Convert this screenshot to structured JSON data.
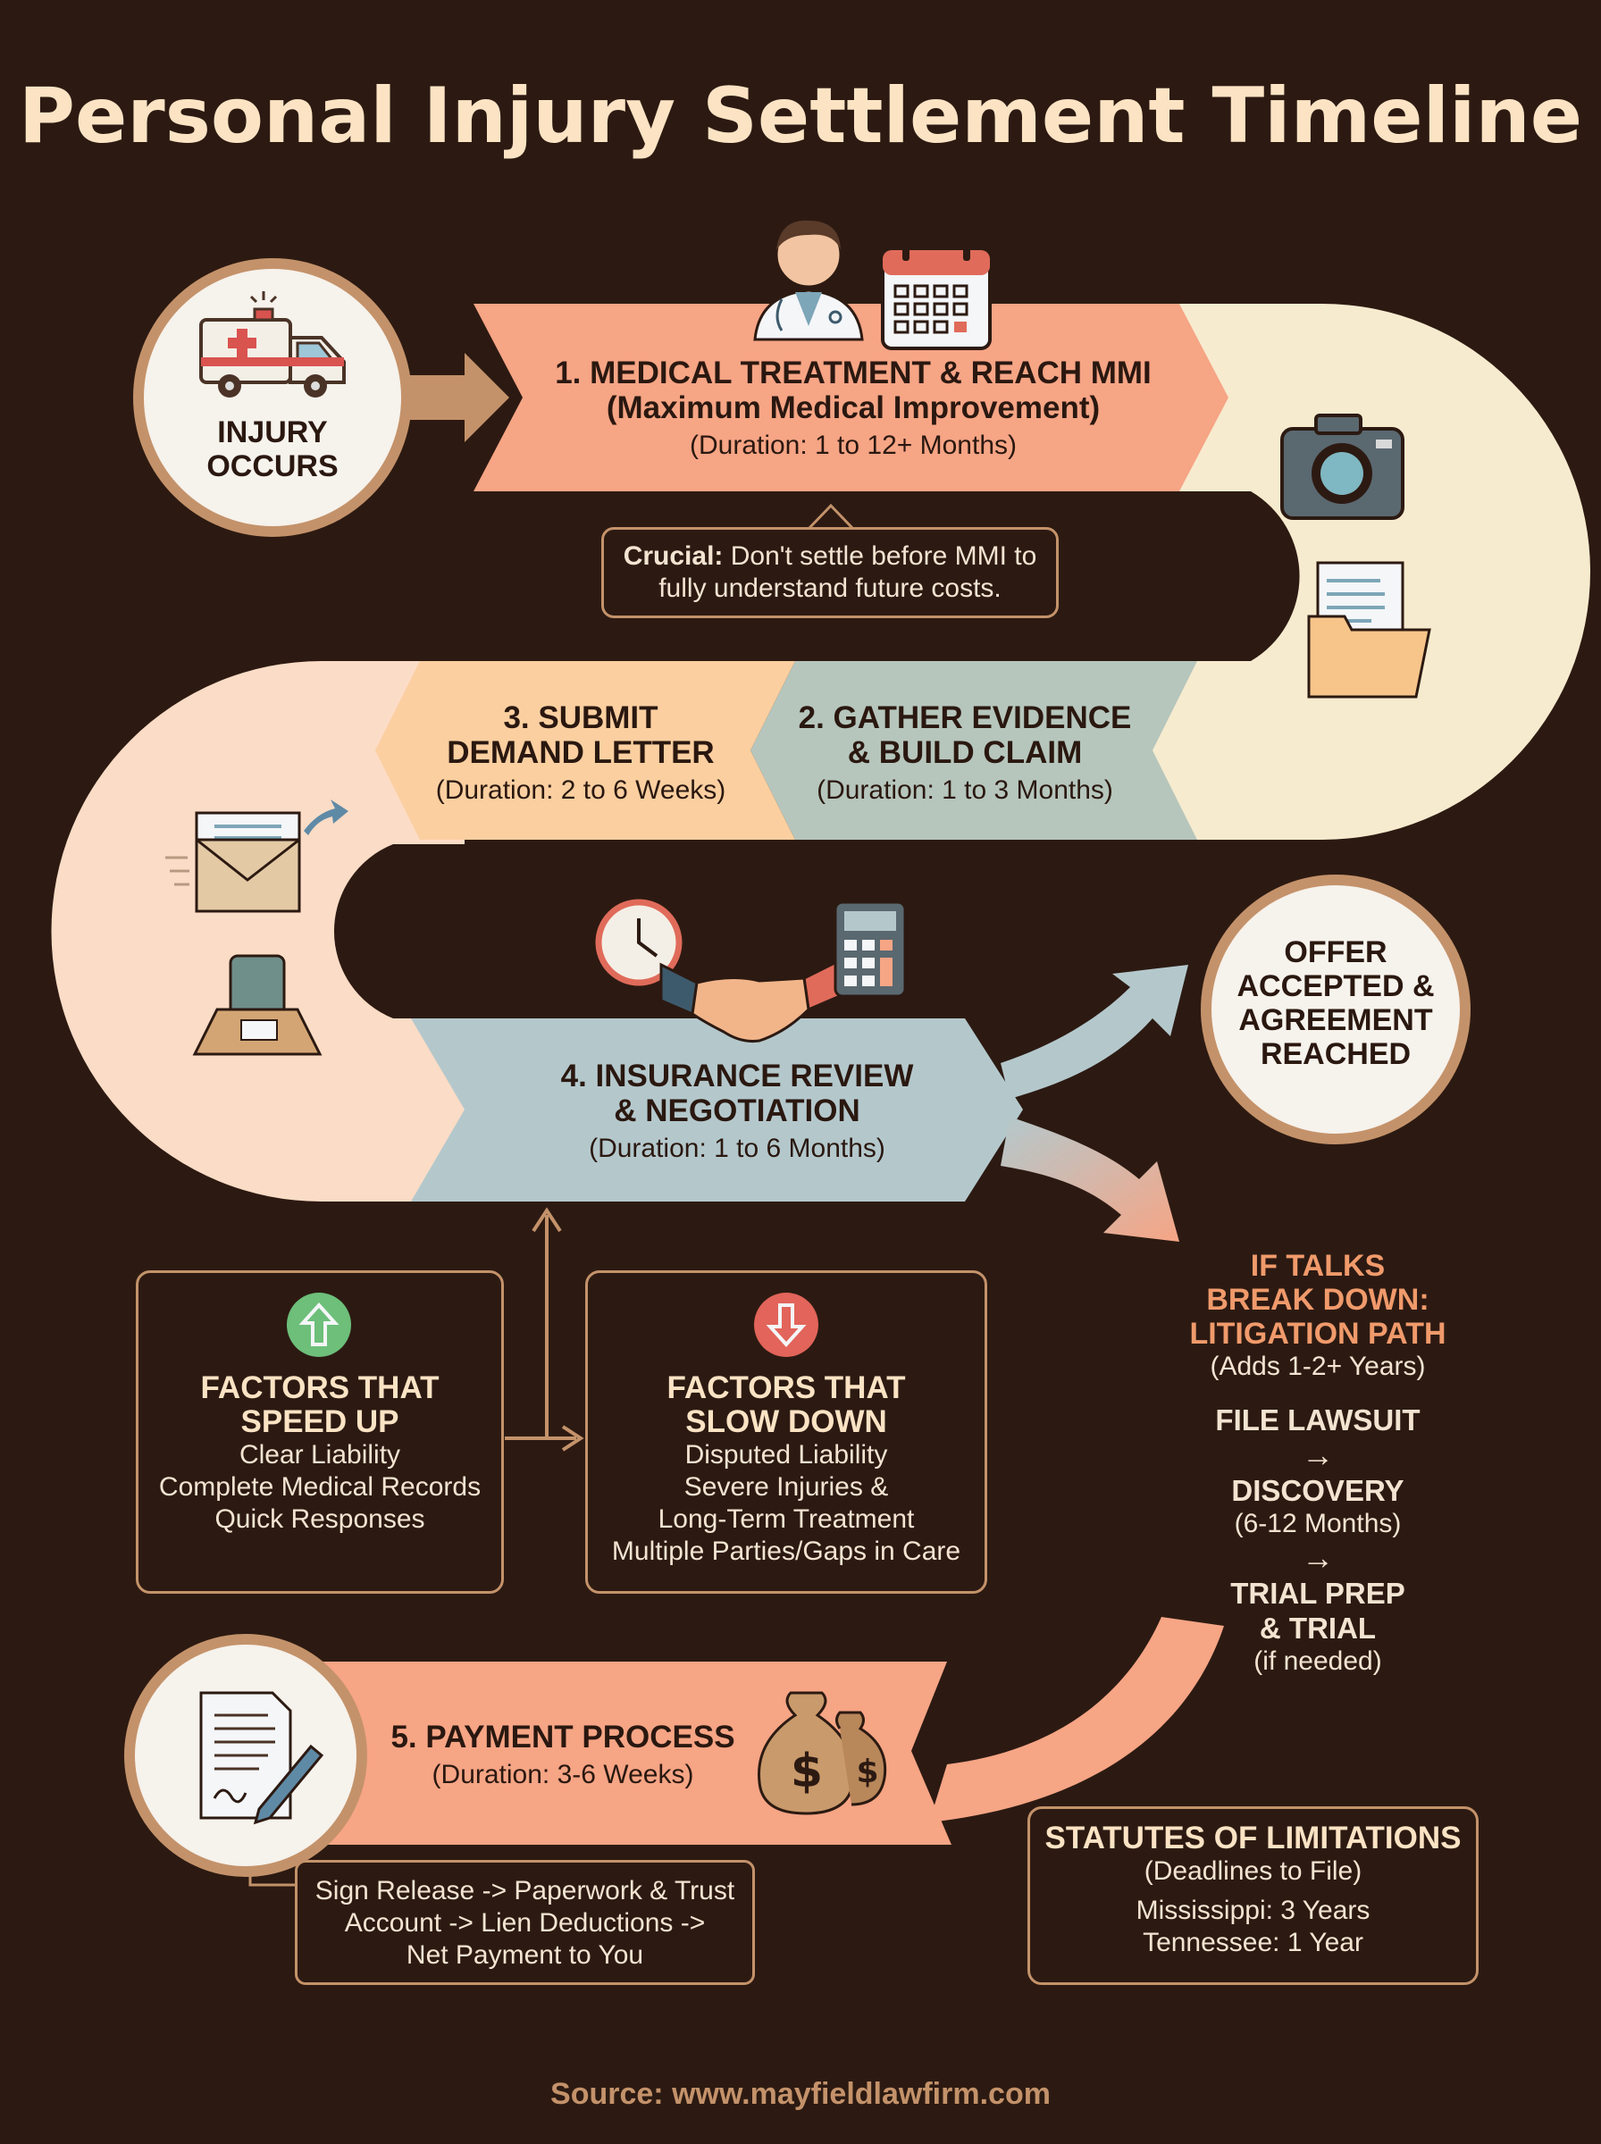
{
  "title": "Personal Injury Settlement Timeline",
  "start": {
    "label_line1": "INJURY",
    "label_line2": "OCCURS",
    "icon": "ambulance-icon"
  },
  "steps": [
    {
      "title_line1": "1. MEDICAL TREATMENT & REACH MMI",
      "title_line2": "(Maximum Medical Improvement)",
      "duration": "(Duration: 1 to 12+ Months)",
      "color": "#f6a585",
      "note_bold": "Crucial:",
      "note_line1": " Don't settle before MMI to",
      "note_line2": "fully understand future costs."
    },
    {
      "title_line1": "2. GATHER EVIDENCE",
      "title_line2": "& BUILD CLAIM",
      "duration": "(Duration: 1 to 3 Months)",
      "color": "#b6c6bc"
    },
    {
      "title_line1": "3. SUBMIT",
      "title_line2": "DEMAND LETTER",
      "duration": "(Duration: 2 to 6 Weeks)",
      "color": "#fbcfa0"
    },
    {
      "title_line1": "4. INSURANCE REVIEW",
      "title_line2": "& NEGOTIATION",
      "duration": "(Duration: 1 to 6 Months)",
      "color": "#b4c8cc"
    },
    {
      "title": "5. PAYMENT PROCESS",
      "duration": "(Duration: 3-6 Weeks)",
      "color": "#f6a585",
      "note_line1": "Sign Release -> Paperwork & Trust",
      "note_line2": "Account -> Lien Deductions ->",
      "note_line3": "Net Payment to You"
    }
  ],
  "outcome": {
    "line1": "OFFER",
    "line2": "ACCEPTED &",
    "line3": "AGREEMENT",
    "line4": "REACHED"
  },
  "speed_up": {
    "title_line1": "FACTORS THAT",
    "title_line2": "SPEED UP",
    "items": [
      "Clear Liability",
      "Complete Medical Records",
      "Quick Responses"
    ],
    "icon_color": "#6dbf7a"
  },
  "slow_down": {
    "title_line1": "FACTORS THAT",
    "title_line2": "SLOW DOWN",
    "items": [
      "Disputed Liability",
      "Severe Injuries &",
      "Long-Term Treatment",
      "Multiple Parties/Gaps in Care"
    ],
    "icon_color": "#e2645a"
  },
  "litigation": {
    "head_line1": "IF TALKS",
    "head_line2": "BREAK DOWN:",
    "head_line3": "LITIGATION PATH",
    "adds": "(Adds 1-2+ Years)",
    "arrow": "→",
    "step1": "FILE LAWSUIT",
    "step2": "DISCOVERY",
    "step2_sub": "(6-12 Months)",
    "step3_line1": "TRIAL PREP",
    "step3_line2": "& TRIAL",
    "step3_sub": "(if needed)"
  },
  "statutes": {
    "title": "STATUTES OF LIMITATIONS",
    "subtitle": "(Deadlines to File)",
    "items": [
      "Mississippi: 3 Years",
      "Tennessee: 1 Year"
    ]
  },
  "source": {
    "label": "Source:",
    "url": "www.mayfieldlawfirm.com"
  },
  "colors": {
    "background": "#2c1a12",
    "accent": "#c4926a",
    "title": "#fbe3c4"
  }
}
